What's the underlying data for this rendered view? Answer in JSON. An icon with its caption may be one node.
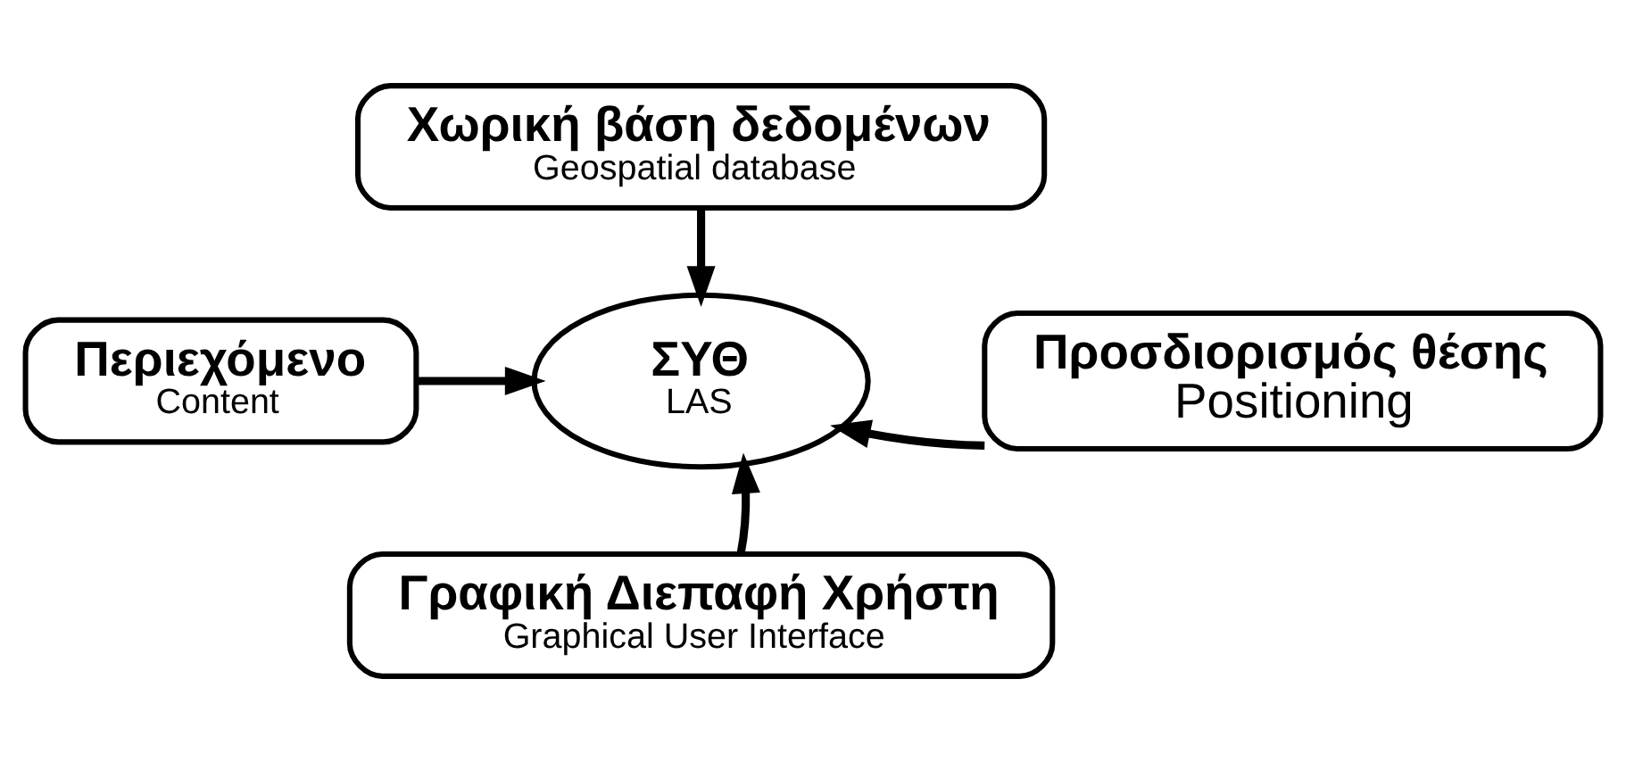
{
  "diagram": {
    "nodes": [
      {
        "text": [
          "Χωρική βάση δεδομένων",
          "Geospatial database"
        ]
      },
      {
        "text": [
          "Περιεχόμενο",
          "Content"
        ]
      },
      {
        "text": [
          "ΣΥΘ",
          "LAS"
        ]
      },
      {
        "text": [
          "Προσδιορισμός θέσης",
          "Positioning"
        ]
      },
      {
        "text": [
          "Γραφική Διεπαφή Χρήστη",
          "Graphical User Interface"
        ]
      }
    ],
    "edges": [
      {
        "from": 0,
        "to": 2,
        "arrow": "to"
      },
      {
        "from": 1,
        "to": 2,
        "arrow": "to"
      },
      {
        "from": 3,
        "to": 2,
        "arrow": "to"
      },
      {
        "from": 4,
        "to": 2,
        "arrow": "to"
      }
    ]
  }
}
